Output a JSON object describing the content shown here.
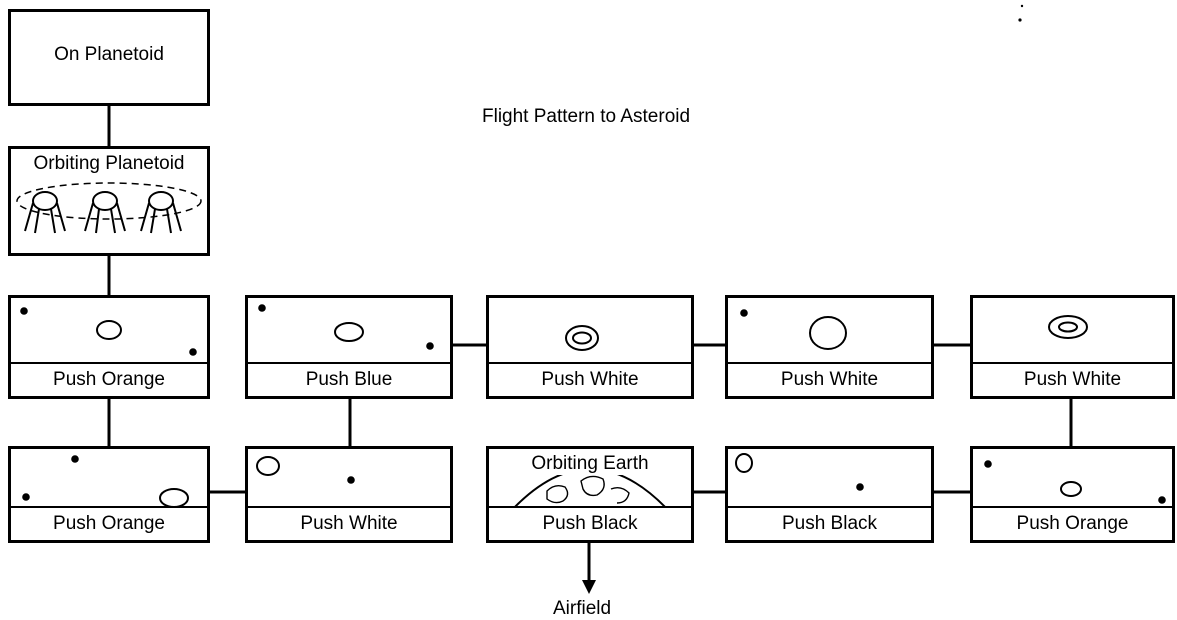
{
  "title": "Flight Pattern to Asteroid",
  "start_node": {
    "label": "On Planetoid"
  },
  "orbit_node": {
    "label": "Orbiting Planetoid"
  },
  "earth_node": {
    "caption": "Orbiting Earth"
  },
  "exit_label": "Airfield",
  "row1": [
    {
      "action": "Push Orange"
    },
    {
      "action": "Push Blue"
    },
    {
      "action": "Push White"
    },
    {
      "action": "Push White"
    },
    {
      "action": "Push White"
    }
  ],
  "row2": [
    {
      "action": "Push Orange"
    },
    {
      "action": "Push White"
    },
    {
      "action": "Push Black"
    },
    {
      "action": "Push Black"
    },
    {
      "action": "Push Orange"
    }
  ]
}
